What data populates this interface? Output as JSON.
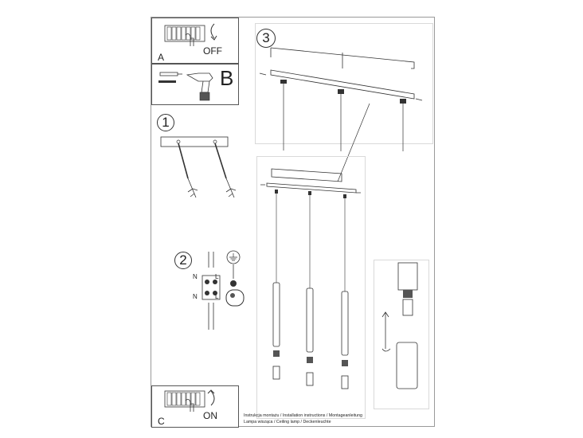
{
  "steps": {
    "a": {
      "letter": "A",
      "power": "OFF"
    },
    "b": {
      "letter": "B"
    },
    "c": {
      "letter": "C",
      "power": "ON"
    },
    "s1": "1",
    "s2": "2",
    "s3": "3"
  },
  "wiring": {
    "n_top": "N",
    "l_top": "L",
    "n_bottom": "N",
    "l_bottom": "L"
  },
  "footer": {
    "line1": "Instrukcja montażu / Installation instructions / Montageanleitung",
    "line2": "Lampa wisząca / Ceiling lamp / Deckenleuchte"
  },
  "colors": {
    "line": "#333333",
    "border": "#9a9a9a",
    "panel": "#d9d9d9"
  }
}
